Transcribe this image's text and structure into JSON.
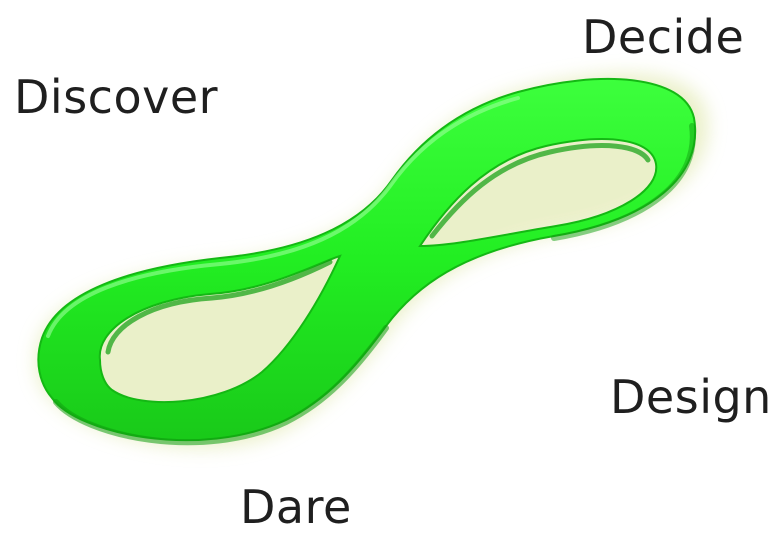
{
  "labels": {
    "discover": "Discover",
    "decide": "Decide",
    "design": "Design",
    "dare": "Dare"
  },
  "colors": {
    "loop_fill": "#22ee22",
    "loop_edge": "#12a812",
    "loop_shadow": "#dfe7b0",
    "text": "#1f1f1f"
  }
}
